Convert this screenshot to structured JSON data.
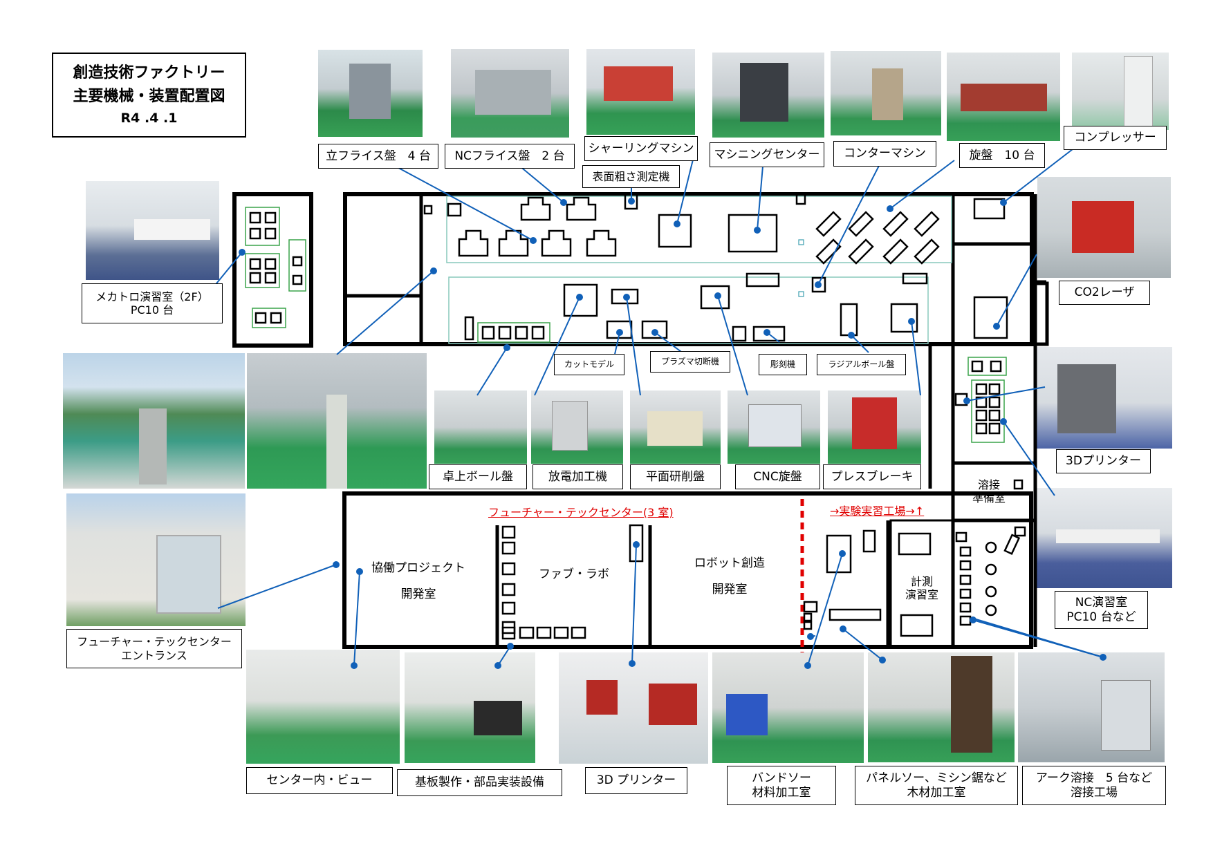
{
  "title": {
    "line1": "創造技術ファクトリー",
    "line2": "主要機械・装置配置図",
    "version": "R4 .4 .1"
  },
  "labels": {
    "vertical_mill": "立フライス盤　4 台",
    "nc_mill": "NCフライス盤　2 台",
    "shearing": "シャーリングマシン",
    "roughness": "表面粗さ測定機",
    "machining_center": "マシニングセンター",
    "contour": "コンターマシン",
    "lathe": "旋盤　10 台",
    "compressor": "コンプレッサー",
    "co2_laser": "CO2レーザ",
    "printer_3d_right": "3Dプリンター",
    "nc_room_1": "NC演習室",
    "nc_room_2": "PC10 台など",
    "mechatro_1": "メカトロ演習室（2F）",
    "mechatro_2": "PC10 台",
    "cut_model": "カットモデル",
    "plasma": "プラズマ切断機",
    "engraver": "彫刻機",
    "radial": "ラジアルボール盤",
    "drill": "卓上ボール盤",
    "edm": "放電加工機",
    "grinder": "平面研削盤",
    "cnc_lathe": "CNC旋盤",
    "press_brake": "プレスブレーキ",
    "ftc_entrance_1": "フューチャー・テックセンター",
    "ftc_entrance_2": "エントランス",
    "center_view": "センター内・ビュー",
    "pcb": "基板製作・部品実装設備",
    "printer_3d_bottom": "3D プリンター",
    "bandsaw_1": "バンドソー",
    "bandsaw_2": "材料加工室",
    "panelsaw_1": "パネルソー、ミシン鋸など",
    "panelsaw_2": "木材加工室",
    "arc_1": "アーク溶接　5 台など",
    "arc_2": "溶接工場"
  },
  "rooms": {
    "ftc_header": "フューチャー・テックセンター(3 室)",
    "lab_header": "→実験実習工場→↑",
    "collab_1": "協働プロジェクト",
    "collab_2": "開発室",
    "fablab": "ファブ・ラボ",
    "robot_1": "ロボット創造",
    "robot_2": "開発室",
    "measure_1": "計測",
    "measure_2": "演習室",
    "weld_prep_1": "溶接",
    "weld_prep_2": "準備室"
  },
  "colors": {
    "leader": "#1060b8",
    "accent_red": "#e00000",
    "floor_green": "#3aa34a",
    "wall": "#000000",
    "zone": "#88c8bc"
  }
}
